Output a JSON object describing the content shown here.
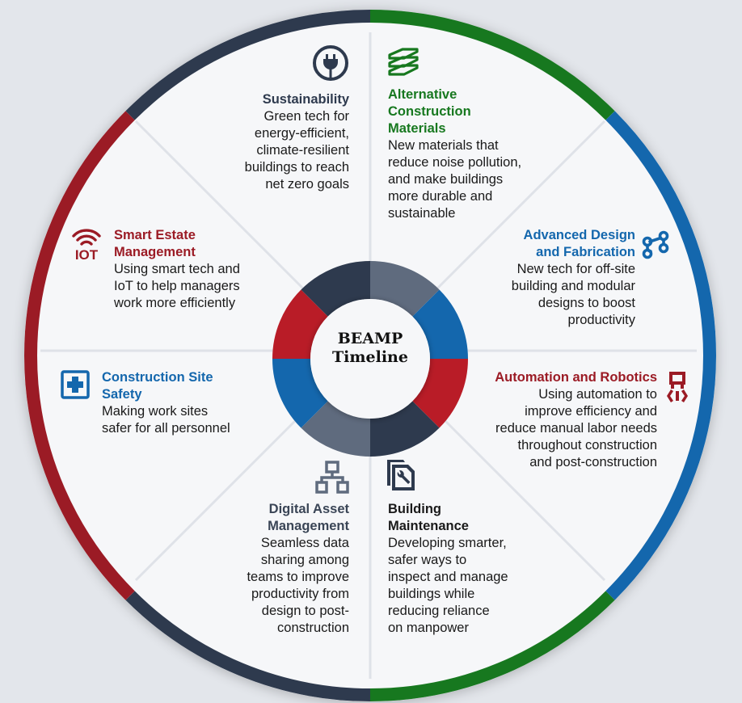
{
  "center": {
    "line1": "BEAMP",
    "line2": "Timeline"
  },
  "colors": {
    "dark": "#2e3a4e",
    "slate": "#5f6b7e",
    "blue": "#1467ad",
    "red": "#9b1b25",
    "green": "#17781f",
    "background": "#e3e6eb",
    "disc": "#f6f7f9"
  },
  "segments": [
    {
      "id": "sustainability",
      "icon": "plug-icon",
      "title": "Sustainability",
      "title_color": "#2e3a4e",
      "description": "Green tech for\nenergy-efficient,\nclimate-resilient\nbuildings to reach\nnet zero goals"
    },
    {
      "id": "alternative-construction-materials",
      "icon": "layers-icon",
      "title": "Alternative\nConstruction\nMaterials",
      "title_color": "#17781f",
      "description": "New materials that\nreduce noise pollution,\nand make buildings\nmore durable and\nsustainable"
    },
    {
      "id": "advanced-design-and-fabrication",
      "icon": "nodes-icon",
      "title": "Advanced Design\nand Fabrication",
      "title_color": "#1467ad",
      "description": "New tech for off-site\nbuilding and modular\ndesigns to boost\nproductivity"
    },
    {
      "id": "automation-and-robotics",
      "icon": "robot-arm-icon",
      "title": "Automation and Robotics",
      "title_color": "#9b1b25",
      "description": "Using automation to\nimprove efficiency and\nreduce manual labor needs\nthroughout construction\nand post-construction"
    },
    {
      "id": "building-maintenance",
      "icon": "document-wrench-icon",
      "title": "Building\nMaintenance",
      "title_color": "#1a1a1a",
      "description": "Developing smarter,\nsafer ways to\ninspect and manage\nbuildings while\nreducing reliance\non manpower"
    },
    {
      "id": "digital-asset-management",
      "icon": "hierarchy-icon",
      "title": "Digital Asset\nManagement",
      "title_color": "#3a4556",
      "description": "Seamless data\nsharing among\nteams to improve\nproductivity from\ndesign to post-\nconstruction"
    },
    {
      "id": "construction-site-safety",
      "icon": "first-aid-icon",
      "title": "Construction Site\nSafety",
      "title_color": "#1467ad",
      "description": "Making work sites\nsafer for all personnel"
    },
    {
      "id": "smart-estate-management",
      "icon": "iot-icon",
      "title": "Smart Estate\nManagement",
      "title_color": "#9b1b25",
      "description": "Using smart tech and\nIoT to help managers\nwork more efficiently"
    }
  ],
  "iot_icon_text": "IOT"
}
